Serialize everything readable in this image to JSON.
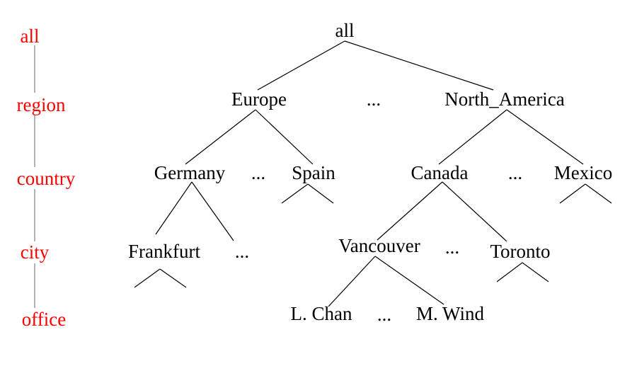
{
  "colors": {
    "level_text": "#ff0000",
    "level_line": "#808080",
    "tree_text": "#000000"
  },
  "levels": [
    "all",
    "region",
    "country",
    "city",
    "office"
  ],
  "nodes": {
    "all": "all",
    "europe": "Europe",
    "region_ellipsis": "...",
    "north_america": "North_America",
    "germany": "Germany",
    "europe_ellipsis": "...",
    "spain": "Spain",
    "canada": "Canada",
    "na_ellipsis": "...",
    "mexico": "Mexico",
    "frankfurt": "Frankfurt",
    "germany_ellipsis": "...",
    "vancouver": "Vancouver",
    "canada_ellipsis": "...",
    "toronto": "Toronto",
    "l_chan": "L. Chan",
    "vancouver_ellipsis": "...",
    "m_wind": "M. Wind"
  }
}
